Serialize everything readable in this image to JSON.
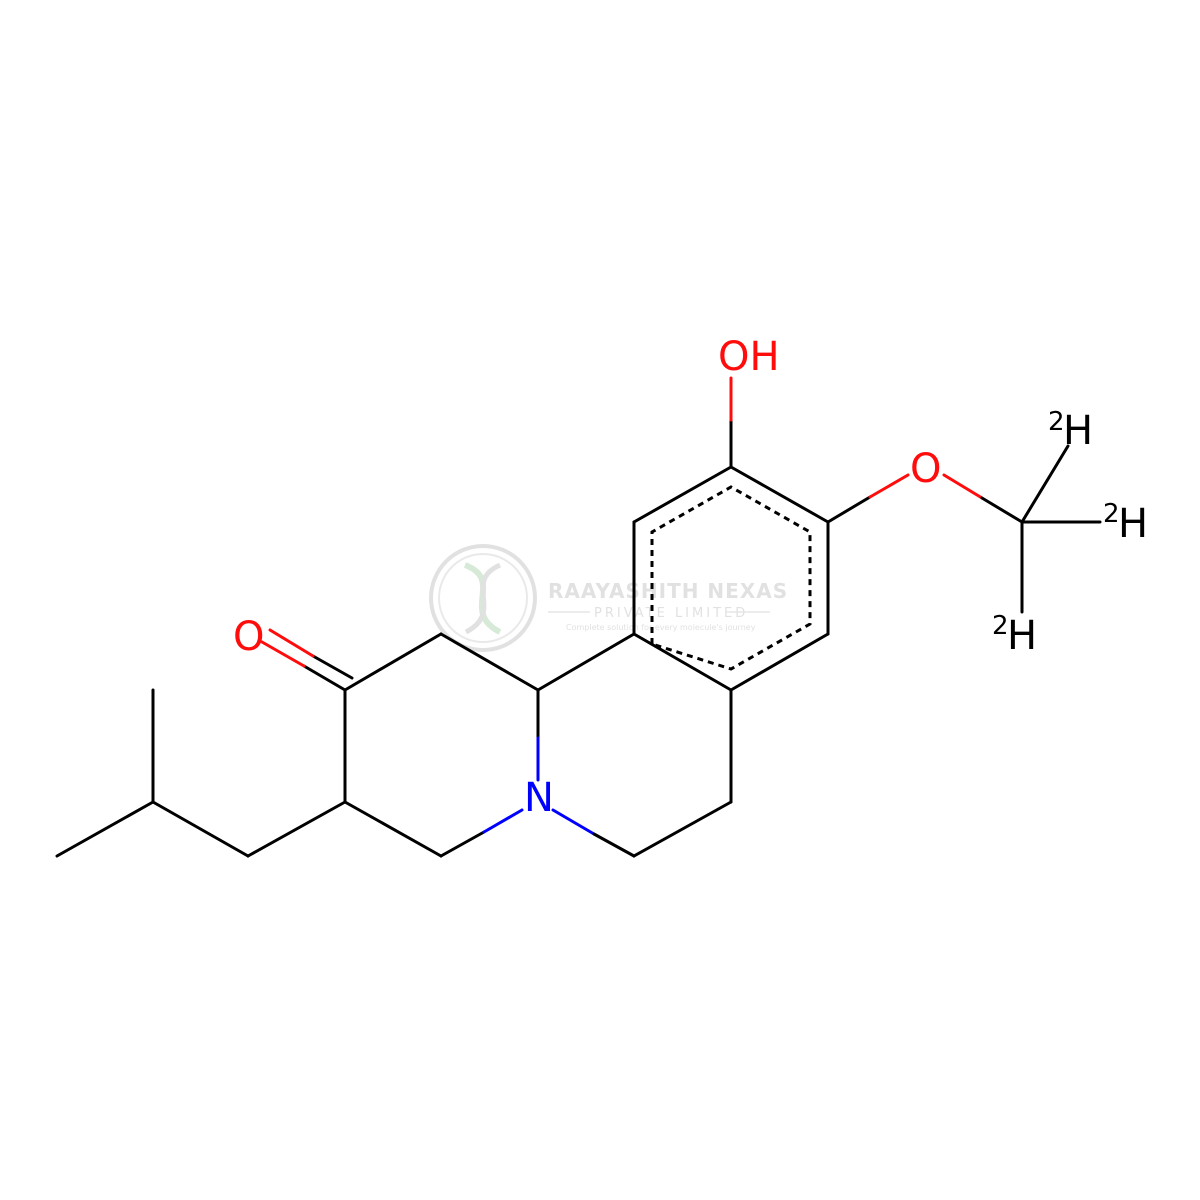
{
  "colors": {
    "carbon": "#000000",
    "oxygen": "#ff0d0d",
    "nitrogen": "#0000ff",
    "watermark": "#c9c9c9"
  },
  "atoms": {
    "hydroxyl": "OH",
    "ketone_oxygen": "O",
    "ether_oxygen": "O",
    "nitrogen": "N",
    "deuterium_1": {
      "mass": "2",
      "symbol": "H"
    },
    "deuterium_2": {
      "mass": "2",
      "symbol": "H"
    },
    "deuterium_3": {
      "mass": "2",
      "symbol": "H"
    }
  },
  "watermark": {
    "company": "RAAYASHITH NEXAS",
    "subtitle": "PRIVATE LIMITED",
    "tagline": "Complete solution for every molecule's journey"
  }
}
